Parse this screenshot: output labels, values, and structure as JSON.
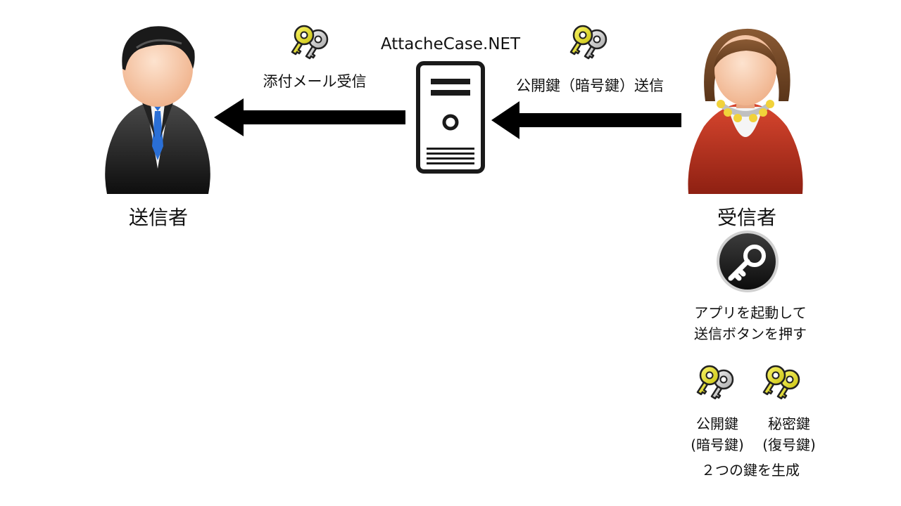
{
  "sender": {
    "label": "送信者"
  },
  "receiver": {
    "label": "受信者"
  },
  "server": {
    "label": "AttacheCase.NET"
  },
  "arrows": {
    "left_label": "添付メール受信",
    "right_label": "公開鍵（暗号鍵）送信"
  },
  "app": {
    "icon": "key-app-icon",
    "line1": "アプリを起動して",
    "line2": "送信ボタンを押す"
  },
  "keys": {
    "public_line1": "公開鍵",
    "public_line2": "(暗号鍵)",
    "private_line1": "秘密鍵",
    "private_line2": "(復号鍵)",
    "caption": "２つの鍵を生成"
  },
  "colors": {
    "key_gold": "#e6e21a",
    "key_gray": "#c9c9c9",
    "arrow": "#000000",
    "suit": "#1a1a1a",
    "tie": "#2a6fd6",
    "dress": "#b83220"
  }
}
